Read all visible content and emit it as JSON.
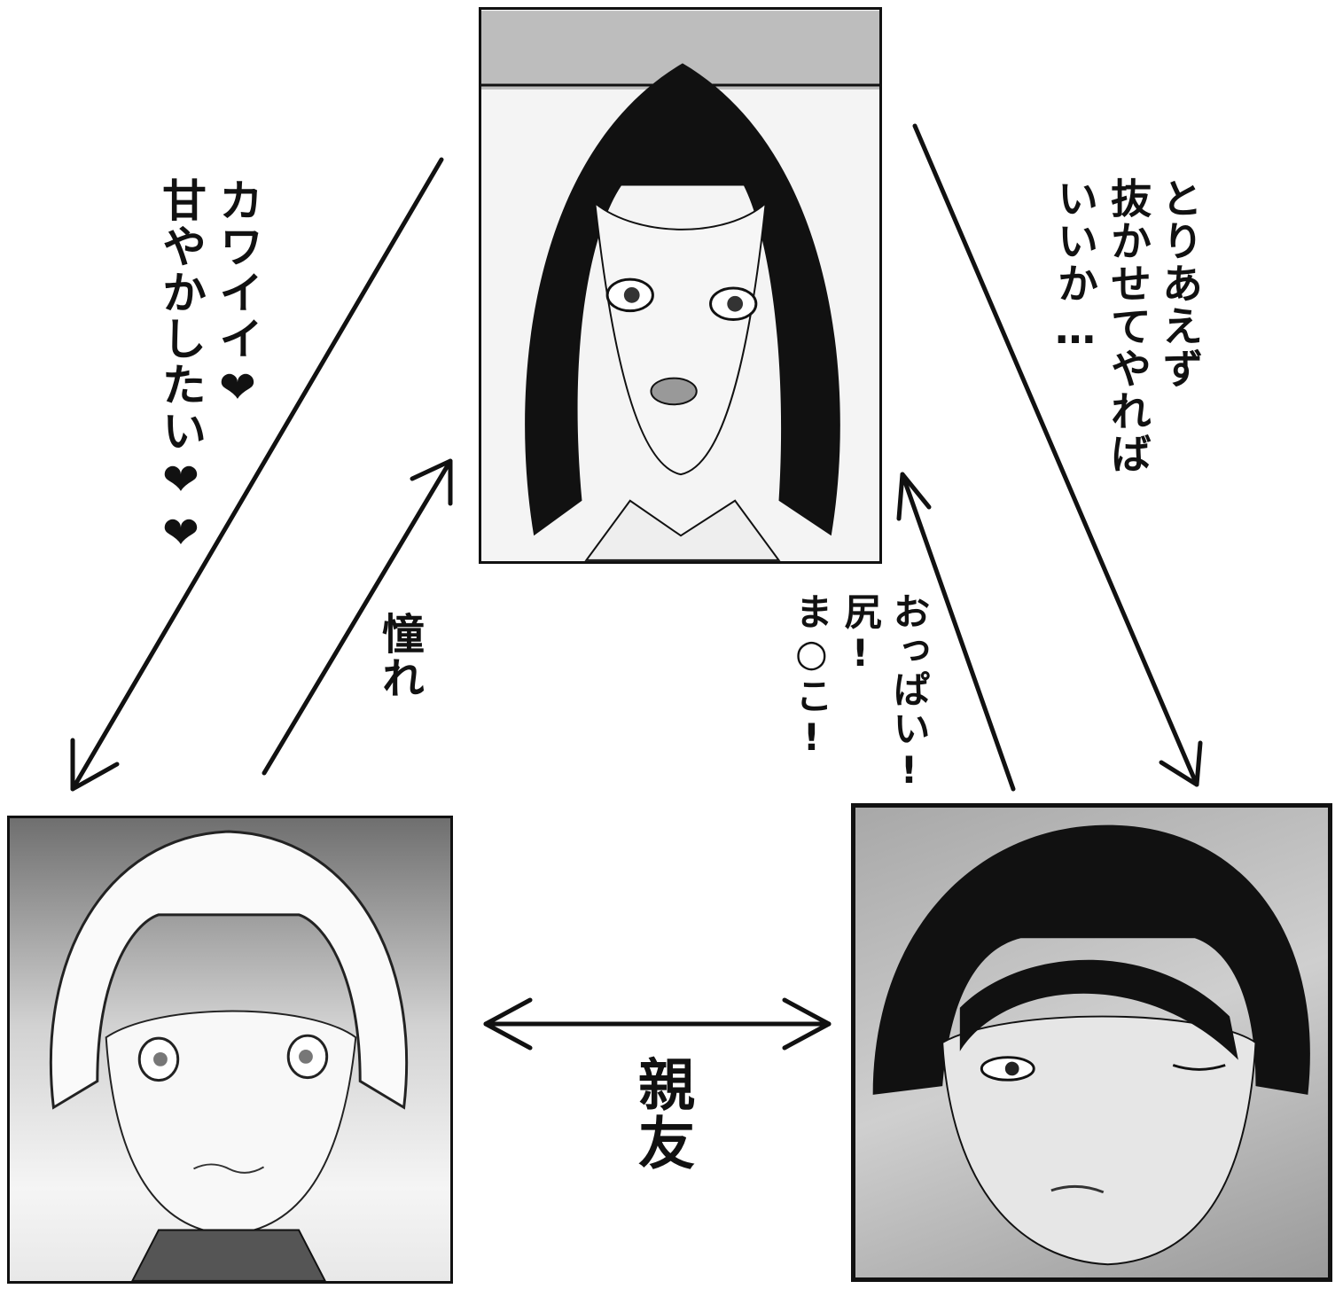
{
  "characters": {
    "top": {
      "hair": "black, shoulder-length"
    },
    "left": {
      "hair": "white/light, short"
    },
    "right": {
      "hair": "black, short"
    }
  },
  "labels": {
    "left_to_top_1": "カワイイ❤",
    "left_to_top_2": "甘やかしたい❤❤",
    "akogare": "憧れ",
    "right_1": "とりあえず",
    "right_2": "抜かせてやれば",
    "right_3": "いいか…",
    "bottom_1": "おっぱい!",
    "bottom_2": "尻!",
    "bottom_3": "ま○こ!",
    "shinyu": "親友"
  },
  "colors": {
    "ink": "#111111",
    "panel_border": "#111111"
  }
}
